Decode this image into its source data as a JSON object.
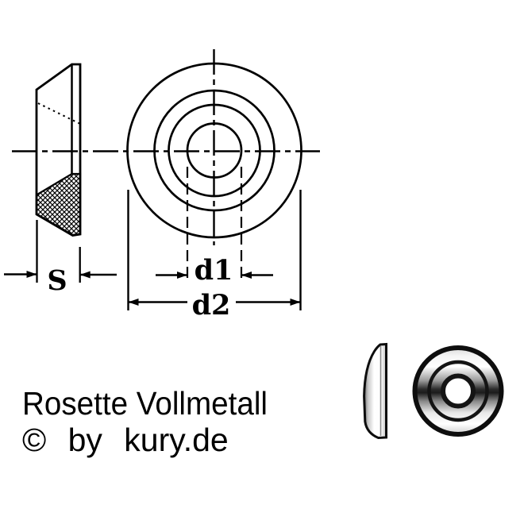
{
  "canvas": {
    "background": "#ffffff",
    "line_color": "#000000"
  },
  "drawing": {
    "part_name": "Rosette Vollmetall",
    "copyright": "© by kury.de",
    "labels": {
      "thickness": "S",
      "inner_diameter": "d1",
      "outer_diameter": "d2"
    }
  }
}
